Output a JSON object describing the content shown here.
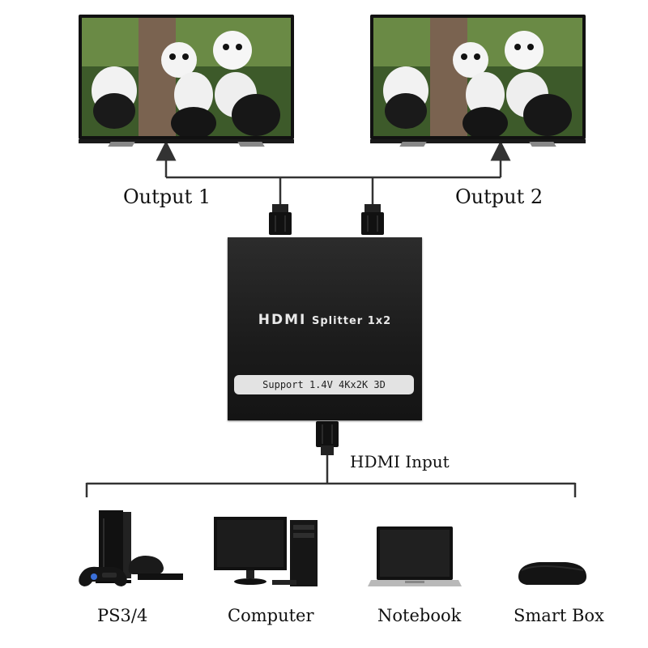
{
  "outputs": [
    {
      "label": "Output 1"
    },
    {
      "label": "Output 2"
    }
  ],
  "splitter": {
    "title_main": "HDMI",
    "title_sub": "Splitter 1x2",
    "support_text": "Support 1.4V 4Kx2K 3D"
  },
  "input": {
    "label": "HDMI Input"
  },
  "devices": [
    {
      "label": "PS3/4",
      "icon": "game-console-icon"
    },
    {
      "label": "Computer",
      "icon": "desktop-computer-icon"
    },
    {
      "label": "Notebook",
      "icon": "laptop-icon"
    },
    {
      "label": "Smart Box",
      "icon": "media-box-icon"
    }
  ],
  "colors": {
    "line": "#333333",
    "device_dark": "#111111",
    "box": "#1e1e1e",
    "strip": "#e3e3e3"
  }
}
